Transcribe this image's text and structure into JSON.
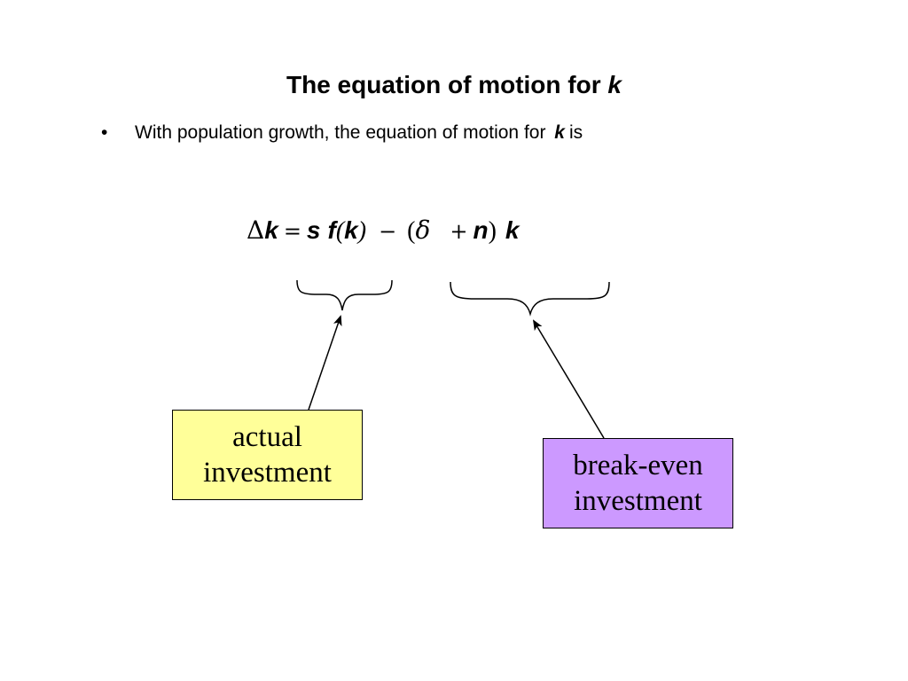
{
  "slide": {
    "title": {
      "text": "The equation of motion for",
      "var": "k"
    },
    "bullet": {
      "marker": "•",
      "text": "With population growth, the equation of motion for",
      "var": "k",
      "suffix": "is"
    },
    "equation": {
      "delta": "Δ",
      "k1": "k",
      "equals": "=",
      "s": "s",
      "f": "f",
      "lparen1": "(",
      "k2": "k",
      "rparen1": ")",
      "minus": "−",
      "lparen2": "(",
      "delta_small": "δ",
      "plus": "+",
      "n": "n",
      "rparen2": ")",
      "k3": "k"
    },
    "labels": {
      "actual_line1": "actual",
      "actual_line2": "investment",
      "breakeven_line1": "break-even",
      "breakeven_line2": "investment"
    },
    "colors": {
      "actual_box": "#ffff99",
      "breakeven_box": "#cc99ff"
    }
  }
}
